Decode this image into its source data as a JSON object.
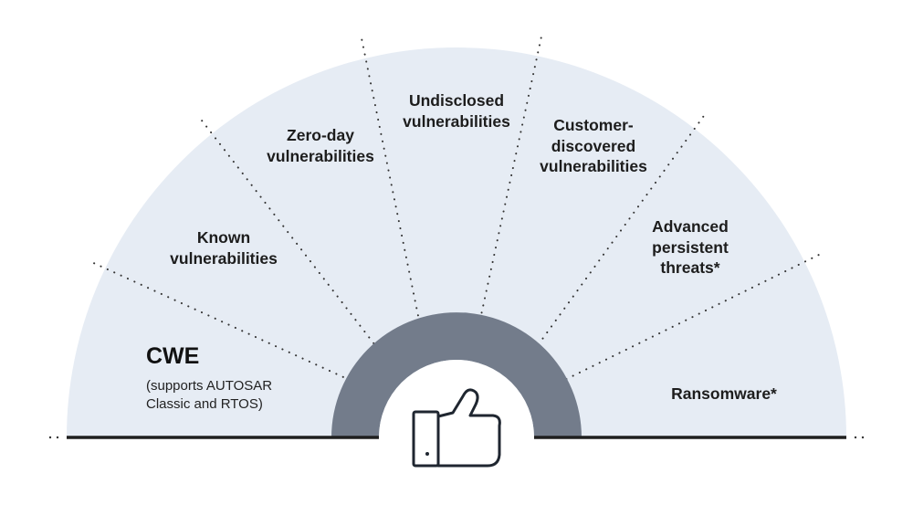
{
  "segments": {
    "cwe": {
      "title": "CWE",
      "subtitle": "(supports AUTOSAR\nClassic and RTOS)"
    },
    "known": "Known\nvulnerabilities",
    "zero_day": "Zero-day\nvulnerabilities",
    "undisclosed": "Undisclosed\nvulnerabilities",
    "customer": "Customer-\ndiscovered\nvulnerabilities",
    "apt": "Advanced\npersistent\nthreats*",
    "ransomware": "Ransomware*"
  },
  "colors": {
    "fan_fill": "#e6ecf4",
    "inner_ring": "#737c8b",
    "baseline": "#1f1f1f",
    "divider_dots": "#333333",
    "icon_stroke": "#1f2630"
  },
  "icon": "thumbs-up-icon"
}
